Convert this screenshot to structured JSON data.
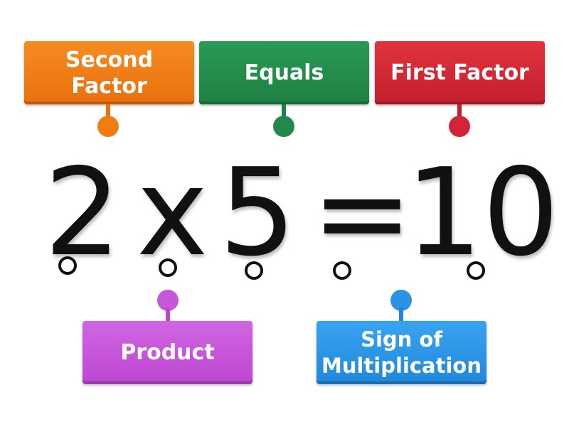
{
  "labels": {
    "second_factor": "Second\nFactor",
    "equals": "Equals",
    "first_factor": "First Factor",
    "product": "Product",
    "sign_of_multiplication": "Sign of\nMultiplication"
  },
  "equation": {
    "left": "2",
    "operator": "x",
    "right": "5",
    "equals": "=",
    "result": "10"
  },
  "colors": {
    "orange": "#f07d14",
    "green": "#23894a",
    "red": "#d1263a",
    "purple": "#c656da",
    "blue": "#2a93e6",
    "ink": "#111111"
  }
}
